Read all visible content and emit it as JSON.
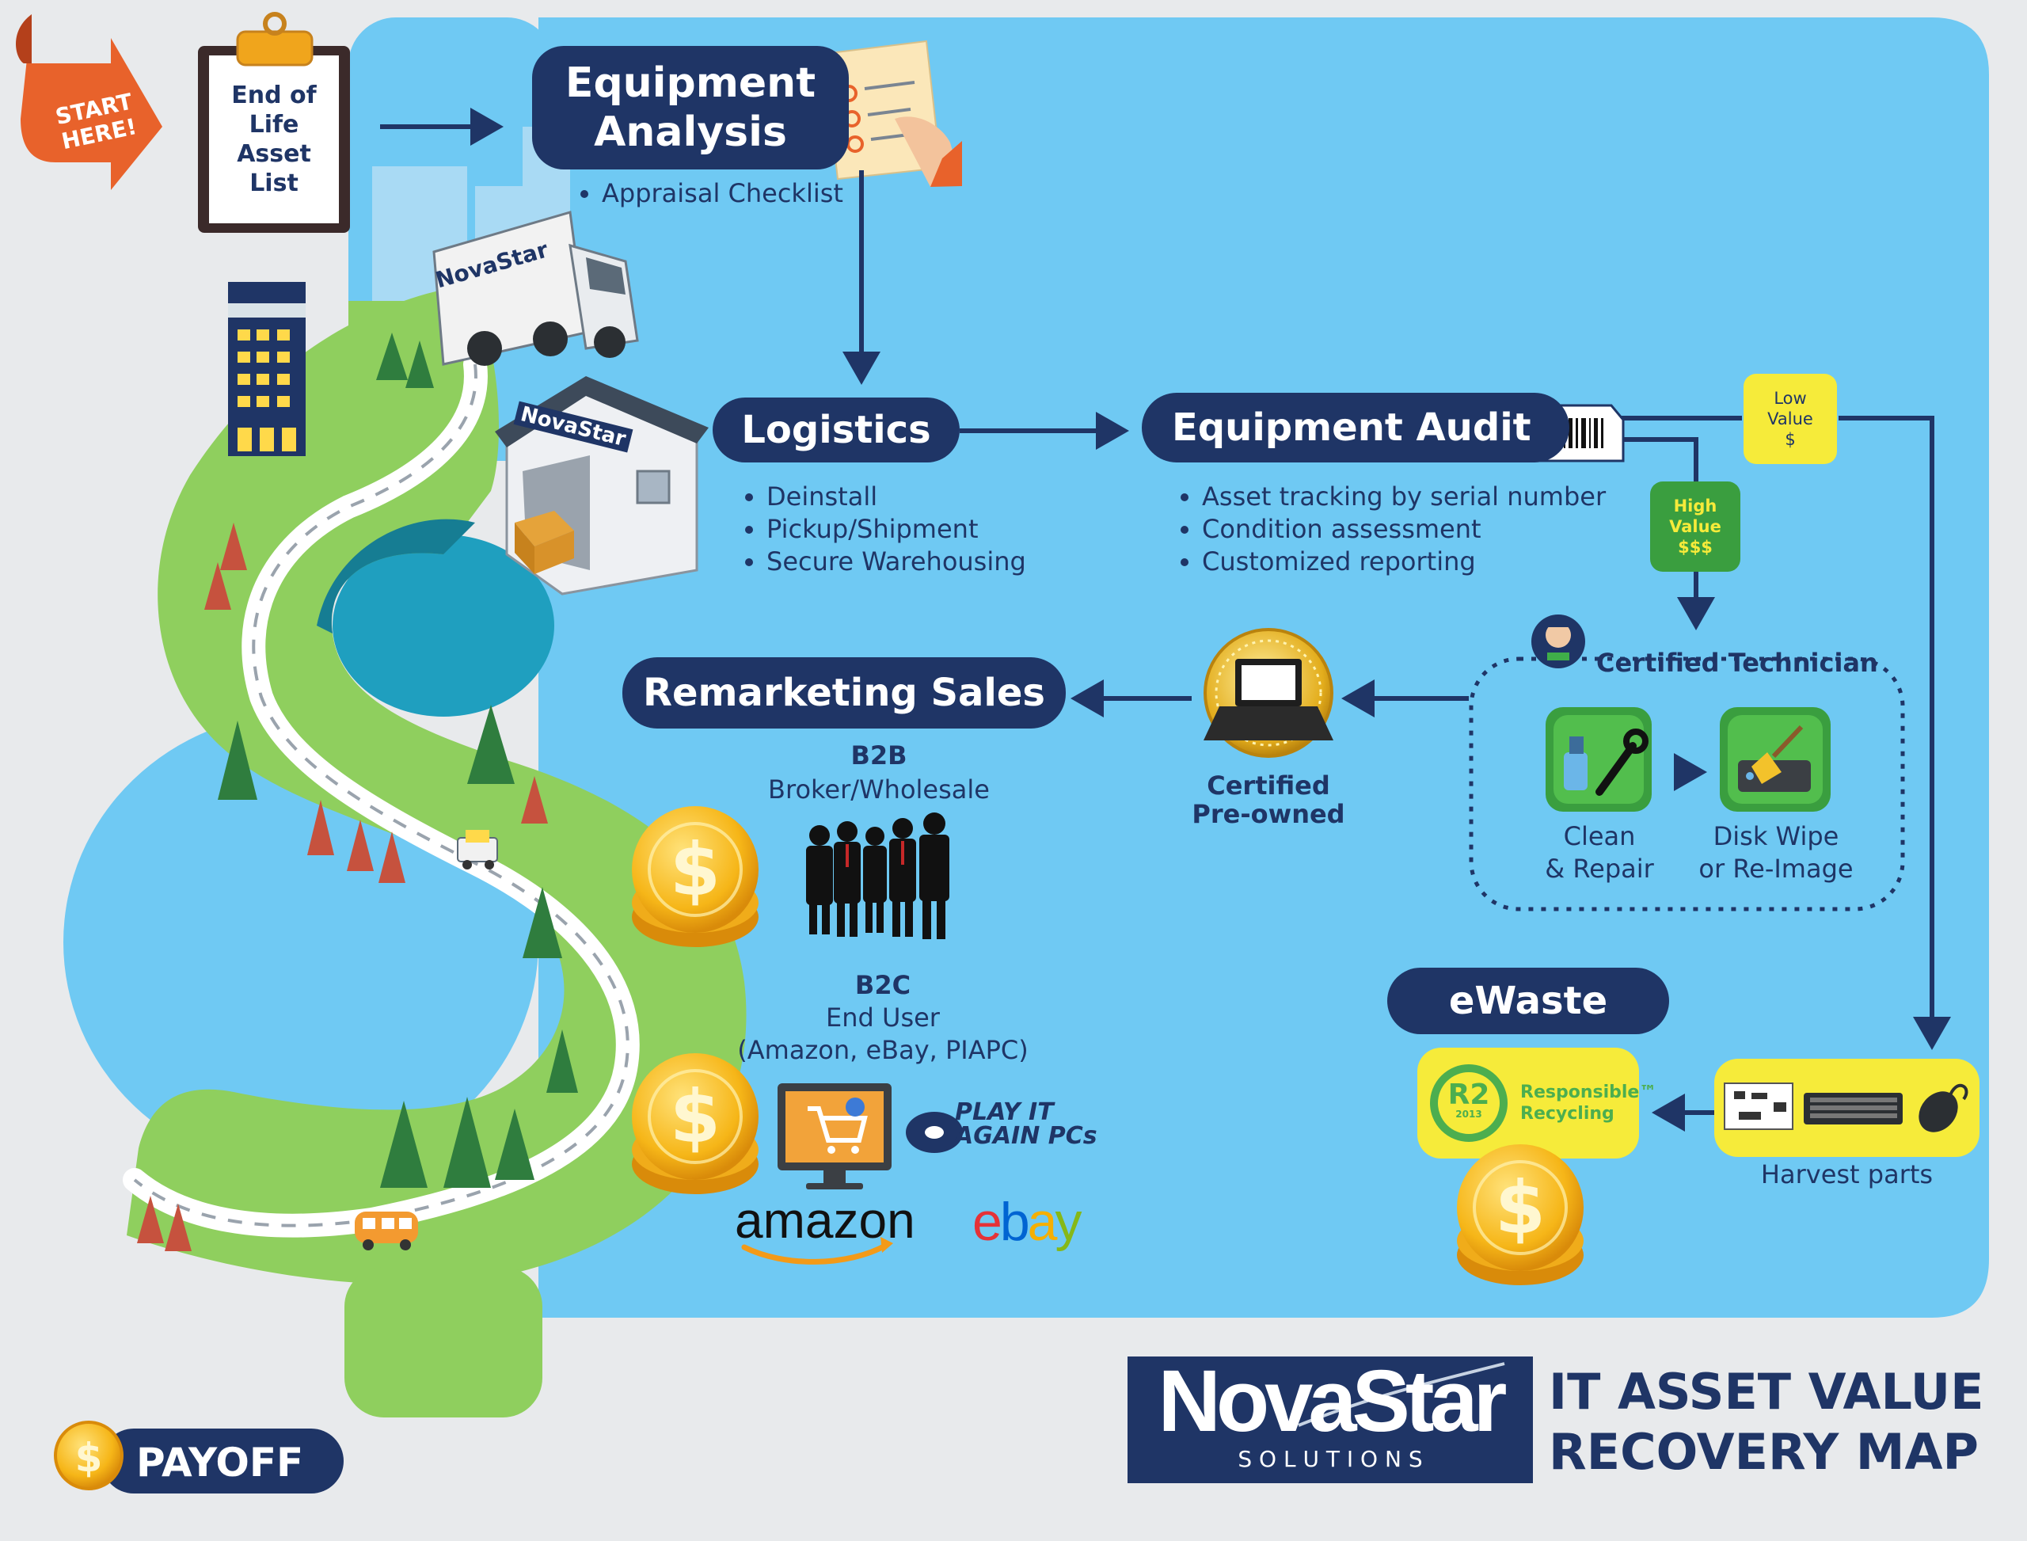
{
  "start": "START HERE!",
  "asset_list": [
    "End of",
    "Life",
    "Asset",
    "List"
  ],
  "equipment_analysis": {
    "title_line1": "Equipment",
    "title_line2": "Analysis",
    "bullets": [
      "Appraisal Checklist"
    ]
  },
  "logistics": {
    "title": "Logistics",
    "bullets": [
      "Deinstall",
      "Pickup/Shipment",
      "Secure Warehousing"
    ]
  },
  "equipment_audit": {
    "title": "Equipment Audit",
    "bullets": [
      "Asset tracking by serial number",
      "Condition assessment",
      "Customized reporting"
    ]
  },
  "low_value": [
    "Low",
    "Value",
    "$"
  ],
  "high_value": [
    "High",
    "Value",
    "$$$"
  ],
  "technician": {
    "title": "Certified Technician",
    "clean": [
      "Clean",
      "& Repair"
    ],
    "wipe": [
      "Disk Wipe",
      "or Re-Image"
    ]
  },
  "certified_preowned": [
    "Certified",
    "Pre-owned"
  ],
  "remarketing": {
    "title": "Remarketing Sales",
    "b2b_title": "B2B",
    "b2b_desc": "Broker/Wholesale",
    "b2c_title": "B2C",
    "b2c_desc": "End User",
    "b2c_examples": "(Amazon, eBay, PIAPC)"
  },
  "brands": {
    "amazon": "amazon",
    "ebay_e": "e",
    "ebay_b": "b",
    "ebay_a": "a",
    "ebay_y": "y",
    "playit_1": "PLAY IT",
    "playit_2": "AGAIN PCs",
    "truck": "NovaStar",
    "warehouse": "NovaStar"
  },
  "ewaste": {
    "title": "eWaste",
    "r2": "R2",
    "r2_year": "2013",
    "resp_1": "Responsible™",
    "resp_2": "Recycling"
  },
  "harvest": "Harvest parts",
  "payoff": "PAYOFF",
  "logo": {
    "name": "NovaStar",
    "sub": "S O L U T I O N S",
    "title_1": "IT ASSET VALUE",
    "title_2": "RECOVERY MAP"
  },
  "colors": {
    "navy": "#1f3566",
    "sky": "#6fc9f3",
    "green": "#8fcf5e",
    "orange": "#e8622b",
    "yellow": "#f6eb3a",
    "gold": "#f3b51c"
  }
}
